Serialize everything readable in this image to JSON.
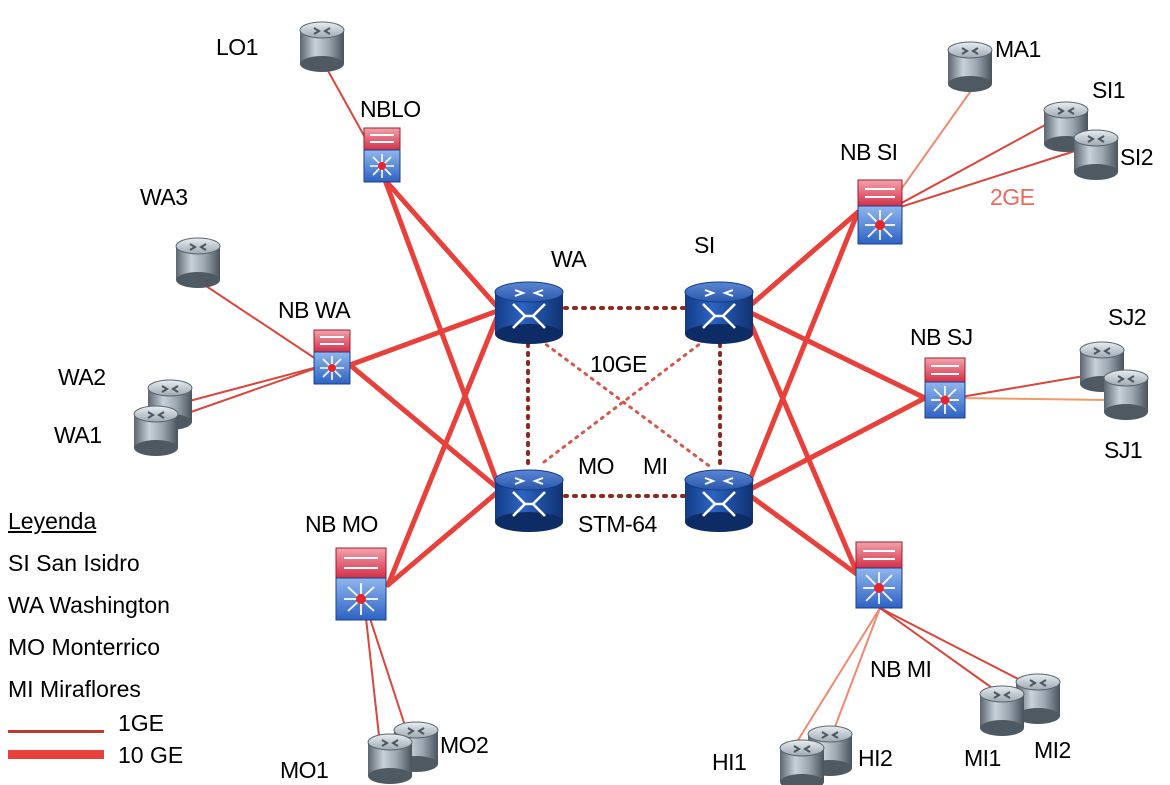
{
  "nodes": {
    "core": {
      "wa": "WA",
      "si": "SI",
      "mo": "MO",
      "mi": "MI"
    },
    "aggregation": {
      "nblo": "NBLO",
      "nbwa": "NB WA",
      "nbmo": "NB MO",
      "nbsi": "NB SI",
      "nbsj": "NB SJ",
      "nbmi": "NB MI"
    },
    "access": {
      "lo1": "LO1",
      "wa3": "WA3",
      "wa2": "WA2",
      "wa1": "WA1",
      "mo1": "MO1",
      "mo2": "MO2",
      "ma1": "MA1",
      "si1": "SI1",
      "si2": "SI2",
      "sj2": "SJ2",
      "sj1": "SJ1",
      "hi1": "HI1",
      "hi2": "HI2",
      "mi1": "MI1",
      "mi2": "MI2"
    }
  },
  "link_labels": {
    "core_10ge": "10GE",
    "stm64": "STM-64",
    "nbsi_2ge": "2GE"
  },
  "legend": {
    "title": "Leyenda",
    "entries": [
      "SI San Isidro",
      "WA Washington",
      "MO Monterrico",
      "MI Miraflores"
    ],
    "line_1ge": "1GE",
    "line_10ge": "10 GE"
  },
  "colors": {
    "link_10ge": "#e8413c",
    "link_1ge": "#d9463c",
    "core_dotted": "#8b2a20",
    "router_blue": "#1e4fa8",
    "switch_red": "#d8334a",
    "access_grey": "#8d99a3",
    "label_2ge": "#e86a5a"
  }
}
